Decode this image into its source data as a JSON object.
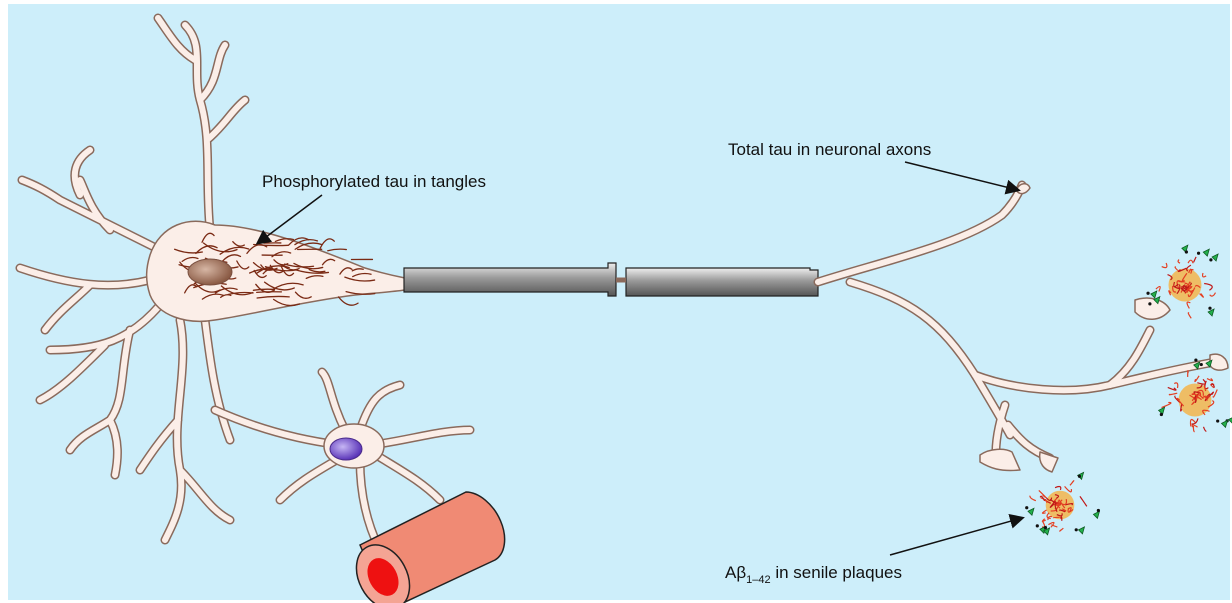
{
  "colors": {
    "background": "#cdeefa",
    "neuron_fill": "#fbeee8",
    "neuron_outline": "#8a6a5c",
    "tangle": "#7a2a14",
    "neuron_nucleus": "#a0705a",
    "glia_nucleus": "#7a55c8",
    "axon_segment": "#8c8c8c",
    "vessel_body": "#f08a74",
    "vessel_lumen": "#ee1111",
    "plaque_fibrils": "#e43f22",
    "plaque_core": "#f6b040",
    "abeta_fragment": "#23b04b",
    "label_text": "#111111"
  },
  "labels": {
    "tangles": "Phosphorylated tau in tangles",
    "total_tau": "Total tau in neuronal axons",
    "abeta_prefix": "Aβ",
    "abeta_subscript": "1–42",
    "abeta_suffix": " in senile plaques"
  }
}
